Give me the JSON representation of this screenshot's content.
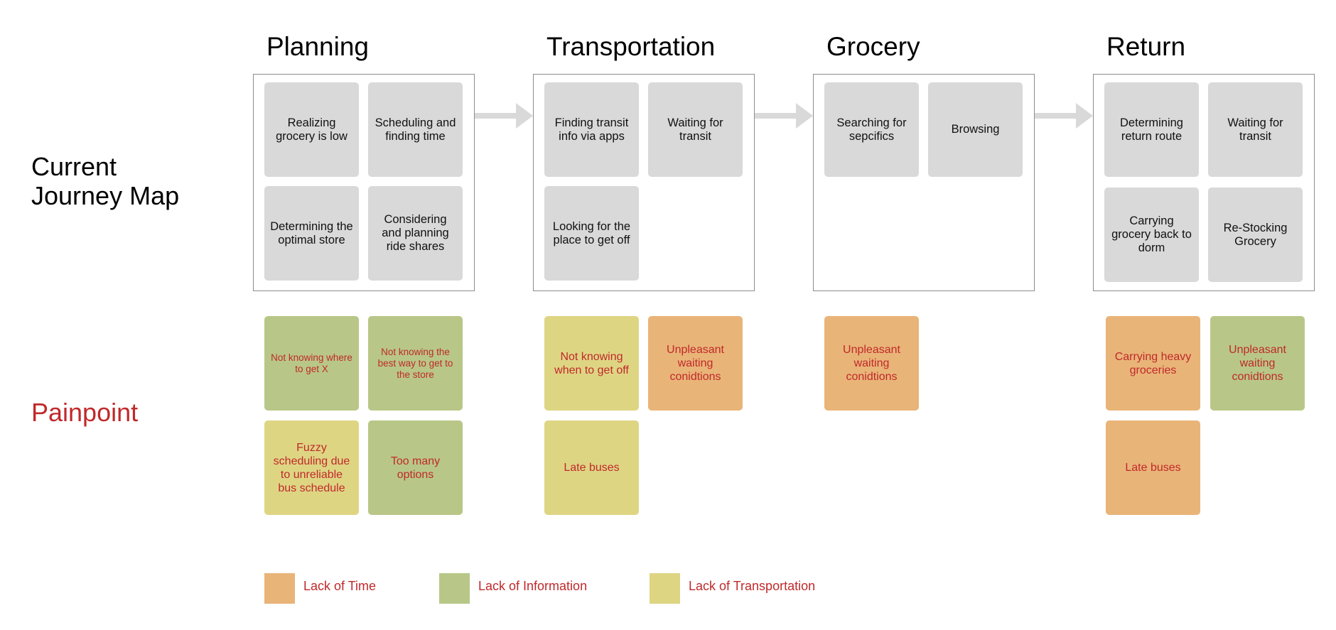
{
  "labels": {
    "current_map": "Current\nJourney Map",
    "painpoint": "Painpoint"
  },
  "colors": {
    "lack_of_time": "#e9b478",
    "lack_of_information": "#b8c787",
    "lack_of_transportation": "#ded583",
    "step_card": "#d9d9d9",
    "painpoint_text": "#c0292b"
  },
  "phases": [
    {
      "title": "Planning",
      "steps": [
        "Realizing grocery is low",
        "Scheduling and finding time",
        "Determining the optimal store",
        "Considering and planning ride shares"
      ],
      "painpoints": [
        {
          "text": "Not knowing where to get X",
          "category": "Lack of Information"
        },
        {
          "text": "Not knowing the best way to get to the store",
          "category": "Lack of Information"
        },
        {
          "text": "Fuzzy scheduling due to unreliable bus schedule",
          "category": "Lack of Transportation"
        },
        {
          "text": "Too many options",
          "category": "Lack of Information"
        }
      ]
    },
    {
      "title": "Transportation",
      "steps": [
        "Finding transit info via apps",
        "Waiting for transit",
        "Looking for the place to get off"
      ],
      "painpoints": [
        {
          "text": "Not knowing when to get off",
          "category": "Lack of Transportation"
        },
        {
          "text": "Unpleasant waiting conidtions",
          "category": "Lack of Time"
        },
        {
          "text": "Late buses",
          "category": "Lack of Transportation"
        }
      ]
    },
    {
      "title": "Grocery",
      "steps": [
        "Searching for sepcifics",
        "Browsing"
      ],
      "painpoints": [
        {
          "text": "Unpleasant waiting conidtions",
          "category": "Lack of Time"
        }
      ]
    },
    {
      "title": "Return",
      "steps": [
        "Determining return route",
        "Waiting for transit",
        "Carrying grocery back to dorm",
        "Re-Stocking Grocery"
      ],
      "painpoints": [
        {
          "text": "Carrying heavy groceries",
          "category": "Lack of Time"
        },
        {
          "text": "Unpleasant waiting conidtions",
          "category": "Lack of Information"
        },
        {
          "text": "Late buses",
          "category": "Lack of Time"
        }
      ]
    }
  ],
  "legend": [
    {
      "label": "Lack of Time",
      "color": "#e9b478"
    },
    {
      "label": "Lack of Information",
      "color": "#b8c787"
    },
    {
      "label": "Lack of Transportation",
      "color": "#ded583"
    }
  ]
}
